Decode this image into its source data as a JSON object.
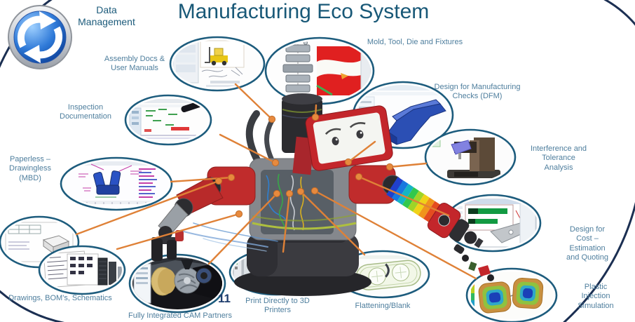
{
  "title": "Manufacturing Eco System",
  "page_number": "11",
  "nodes": {
    "data_management": {
      "label": "Data\nManagement",
      "icon": "sync-arrows-icon"
    },
    "assembly_docs": {
      "label": "Assembly Docs &\nUser Manuals"
    },
    "mold_tool_die": {
      "label": "Mold, Tool, Die and Fixtures"
    },
    "dfm": {
      "label": "Design for Manufacturing\nChecks (DFM)"
    },
    "interference": {
      "label": "Interference and Tolerance\nAnalysis"
    },
    "design_for_cost": {
      "label": "Design for Cost –\nEstimation and Quoting"
    },
    "plastic_injection": {
      "label": "Plastic Injection\nSimulation"
    },
    "flattening": {
      "label": "Flattening/Blank"
    },
    "print_3d": {
      "label": "Print Directly to 3D\nPrinters"
    },
    "cam_partners": {
      "label": "Fully Integrated CAM Partners"
    },
    "drawings_bom": {
      "label": "Drawings, BOM's, Schematics"
    },
    "mbd": {
      "label": "Paperless –\nDrawingless\n(MBD)"
    },
    "inspection": {
      "label": "Inspection\nDocumentation"
    }
  },
  "colors": {
    "title_text": "#185877",
    "label_text": "#4e7e9d",
    "ellipse_border": "#1d5c7d",
    "connector_orange": "#df8137",
    "corner_arc_navy": "#1b2f52",
    "page_number_navy": "#1f3e6e"
  }
}
